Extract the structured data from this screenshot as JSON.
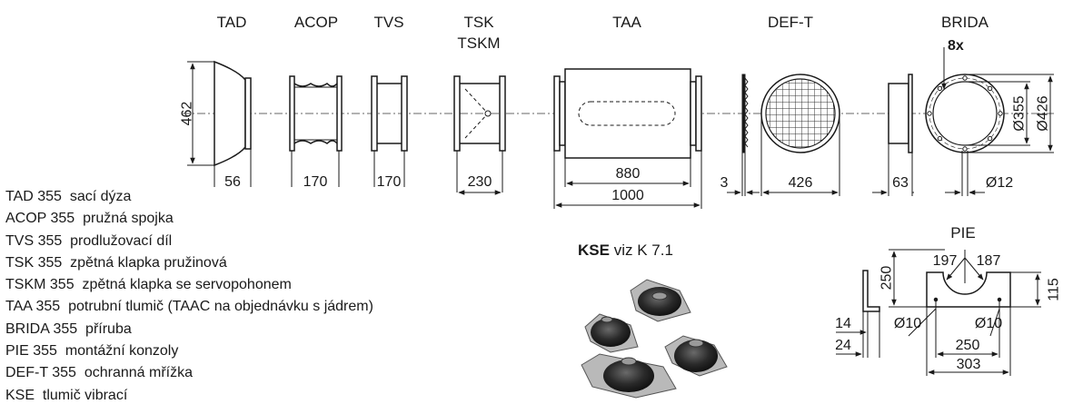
{
  "component_labels": {
    "tad": "TAD",
    "acop": "ACOP",
    "tvs": "TVS",
    "tsk": "TSK",
    "tskm": "TSKM",
    "taa": "TAA",
    "def_t": "DEF-T",
    "brida": "BRIDA"
  },
  "dimensions": {
    "height_462": "462",
    "tad_56": "56",
    "acop_170": "170",
    "tvs_170": "170",
    "tsk_230": "230",
    "taa_880": "880",
    "taa_1000": "1000",
    "deft_3": "3",
    "deft_426": "426",
    "brida_63": "63",
    "brida_d12": "Ø12",
    "brida_8x": "8x",
    "brida_d355": "Ø355",
    "brida_d426": "Ø426"
  },
  "pie": {
    "title": "PIE",
    "d197": "197",
    "d187": "187",
    "d250_v": "250",
    "d115": "115",
    "d14": "14",
    "d24": "24",
    "d10_left": "Ø10",
    "d10_right": "Ø10",
    "d250_h": "250",
    "d303": "303"
  },
  "kse": {
    "code": "KSE",
    "ref": "viz K 7.1"
  },
  "legend": [
    {
      "code": "TAD 355",
      "desc": "sací dýza"
    },
    {
      "code": "ACOP 355",
      "desc": "pružná spojka"
    },
    {
      "code": "TVS 355",
      "desc": "prodlužovací díl"
    },
    {
      "code": "TSK 355",
      "desc": "zpětná klapka pružinová"
    },
    {
      "code": "TSKM 355",
      "desc": "zpětná klapka se servopohonem"
    },
    {
      "code": "TAA 355",
      "desc": "potrubní tlumič (TAAC na objednávku s jádrem)"
    },
    {
      "code": "BRIDA 355",
      "desc": "příruba"
    },
    {
      "code": "PIE 355",
      "desc": "montážní konzoly"
    },
    {
      "code": "DEF-T 355",
      "desc": "ochranná mřížka"
    },
    {
      "code": "KSE",
      "desc": "tlumič vibrací"
    }
  ]
}
